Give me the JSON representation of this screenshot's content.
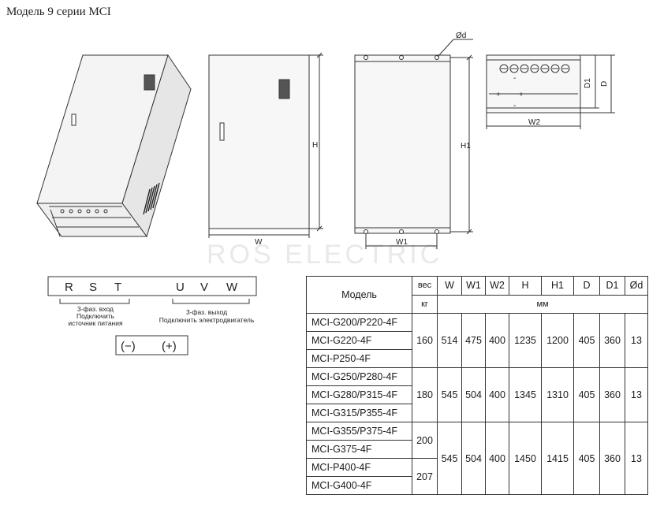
{
  "page": {
    "title": "Модель 9 серии MCI",
    "watermark": "ROS ELECTRIC"
  },
  "drawing": {
    "dim_d": "Ød",
    "dim_h": "H",
    "dim_h1": "H1",
    "dim_w": "W",
    "dim_w1": "W1",
    "dim_w2": "W2",
    "dim_d_depth": "D",
    "dim_d1": "D1",
    "plus": "+",
    "minus": "-"
  },
  "terminals": {
    "input_labels": [
      "R",
      "S",
      "T"
    ],
    "output_labels": [
      "U",
      "V",
      "W"
    ],
    "input_caption": [
      "3-фаз. вход",
      "Подключить",
      "источник питания"
    ],
    "output_caption": [
      "3-фаз. выход",
      "Подключить электродвигатель"
    ],
    "dc_minus": "(−)",
    "dc_plus": "(+)"
  },
  "table": {
    "header_model": "Модель",
    "header_weight": "вес",
    "unit_weight": "кг",
    "unit_mm": "мм",
    "columns": [
      "W",
      "W1",
      "W2",
      "H",
      "H1",
      "D",
      "D1",
      "Ød"
    ],
    "groups": [
      {
        "models": [
          "MCI-G200/P220-4F",
          "MCI-G220-4F",
          "MCI-P250-4F"
        ],
        "weight": "160",
        "values": [
          "514",
          "475",
          "400",
          "1235",
          "1200",
          "405",
          "360",
          "13"
        ]
      },
      {
        "models": [
          "MCI-G250/P280-4F",
          "MCI-G280/P315-4F",
          "MCI-G315/P355-4F"
        ],
        "weight": "180",
        "values": [
          "545",
          "504",
          "400",
          "1345",
          "1310",
          "405",
          "360",
          "13"
        ]
      },
      {
        "models": [
          "MCI-G355/P375-4F",
          "MCI-G375-4F",
          "MCI-P400-4F",
          "MCI-G400-4F"
        ],
        "weights": [
          "200",
          "207"
        ],
        "values": [
          "545",
          "504",
          "400",
          "1450",
          "1415",
          "405",
          "360",
          "13"
        ]
      }
    ]
  }
}
